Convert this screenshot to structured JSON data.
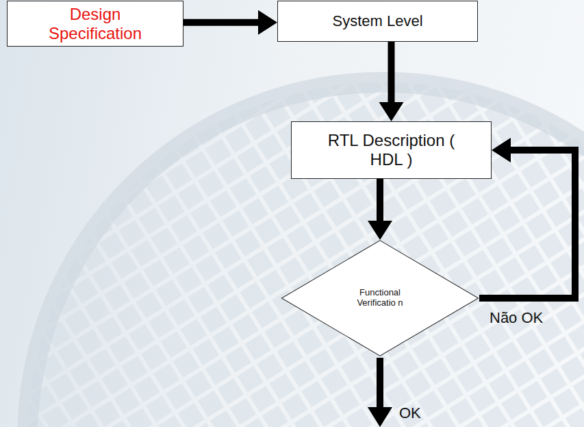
{
  "diagram": {
    "nodes": [
      {
        "text": [
          "Design Specification"
        ]
      },
      {
        "text": [
          "System Level"
        ]
      },
      {
        "text": [
          "RTL Description ( HDL )"
        ]
      },
      {
        "text": [
          "Functional Verificatio n"
        ]
      }
    ],
    "edges": [
      {
        "from": 0,
        "to": 1,
        "arrow": "to"
      },
      {
        "from": 1,
        "to": 2,
        "arrow": "to"
      },
      {
        "from": 2,
        "to": 3,
        "arrow": "to"
      },
      {
        "from": 3,
        "to": 2,
        "arrow": "to",
        "label": "Não OK"
      }
    ],
    "labels": [
      "OK"
    ]
  }
}
